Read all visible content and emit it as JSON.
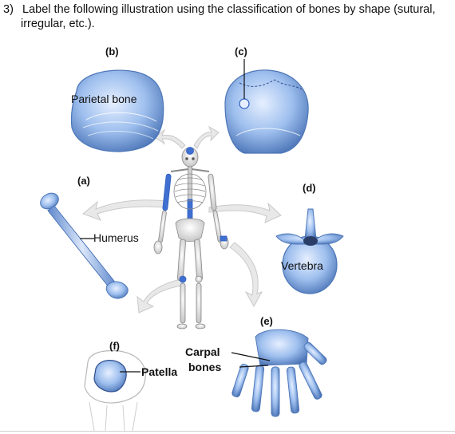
{
  "question": {
    "number": "3)",
    "line1": "Label the following illustration using the classification of bones by shape (sutural,",
    "line2": "irregular, etc.)."
  },
  "panels": {
    "a": "(a)",
    "b": "(b)",
    "c": "(c)",
    "d": "(d)",
    "e": "(e)",
    "f": "(f)"
  },
  "labels": {
    "parietal": "Parietal bone",
    "humerus": "Humerus",
    "vertebra": "Vertebra",
    "carpal_line1": "Carpal",
    "carpal_line2": "bones",
    "patella": "Patella"
  },
  "colors": {
    "bone": "#8fb4e6",
    "bone_dark": "#4d76b8",
    "highlight": "#2f5fbf",
    "arrow": "#e6e6e6",
    "skeleton": "#d9d9d9"
  }
}
